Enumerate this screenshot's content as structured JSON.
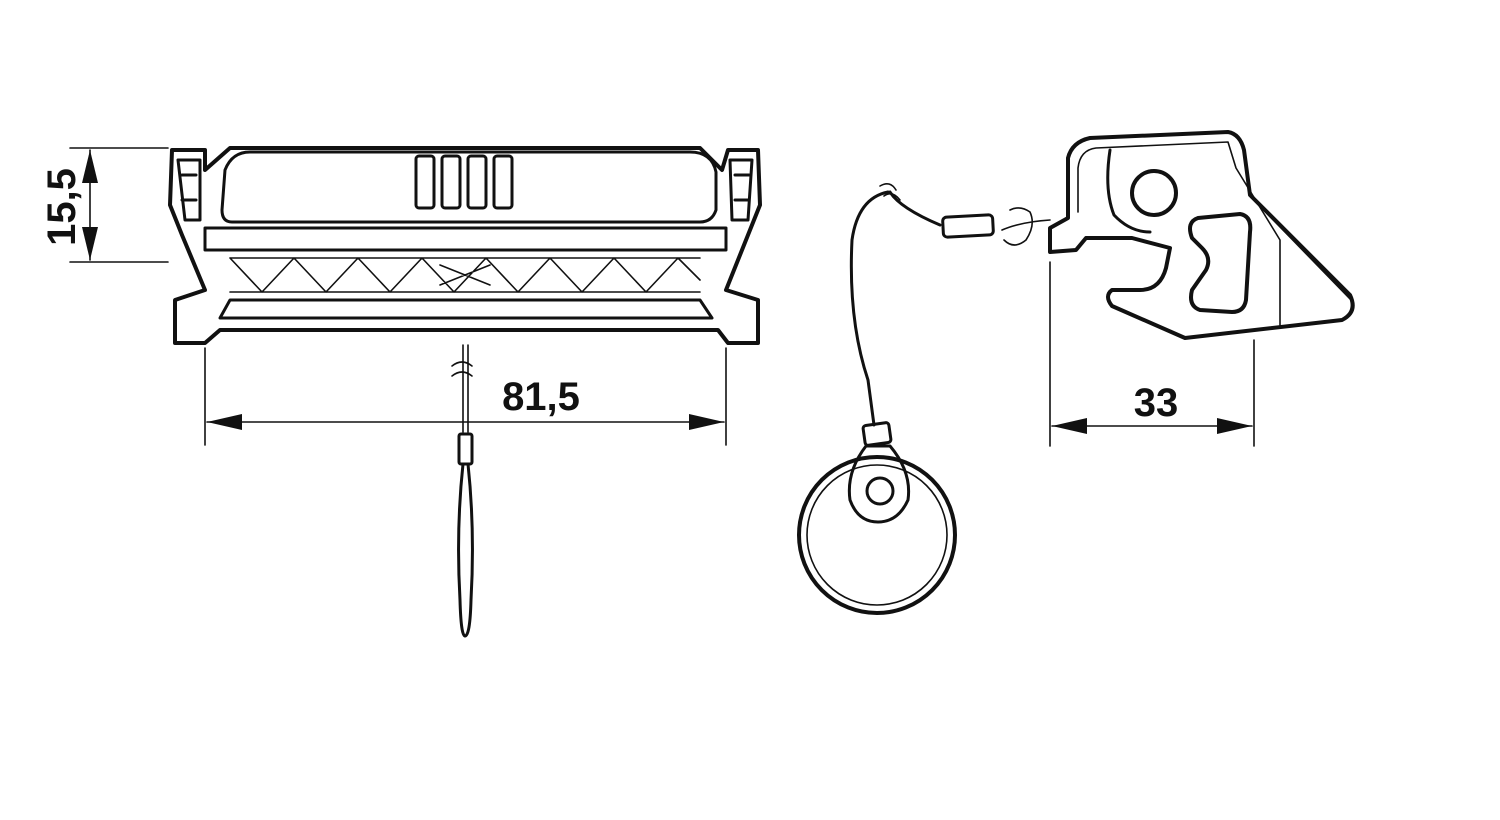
{
  "dimensions": {
    "height_front": "15,5",
    "width_front": "81,5",
    "length_side": "33"
  }
}
